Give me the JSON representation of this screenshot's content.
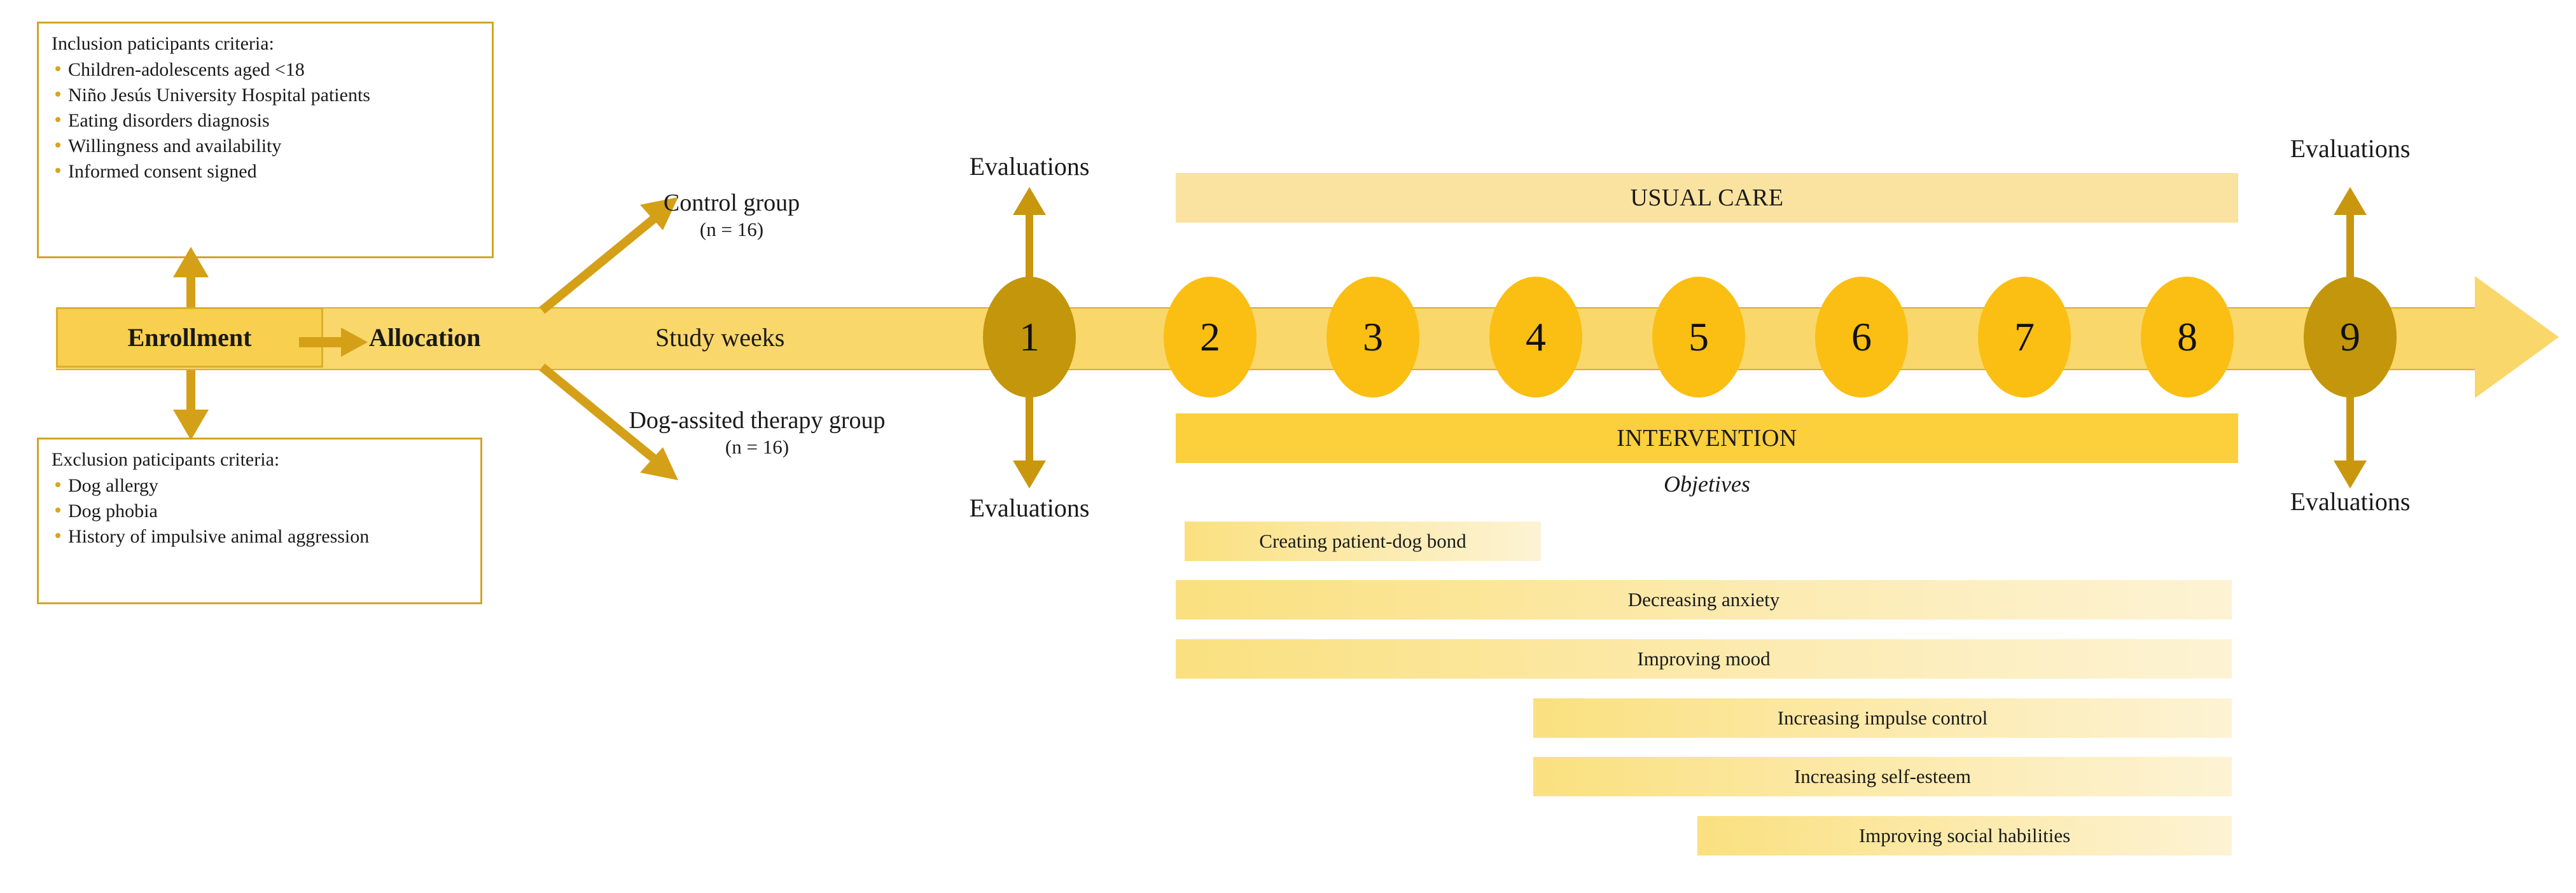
{
  "inclusion": {
    "title": "Inclusion paticipants criteria:",
    "items": [
      "Children-adolescents aged <18",
      "Niño Jesús University Hospital patients",
      "Eating disorders diagnosis",
      "Willingness  and availability",
      "Informed consent signed"
    ]
  },
  "exclusion": {
    "title": "Exclusion paticipants criteria:",
    "items": [
      "Dog allergy",
      "Dog phobia",
      "History of impulsive animal aggression"
    ]
  },
  "timeline": {
    "enrollment_label": "Enrollment",
    "allocation_label": "Allocation",
    "study_weeks_label": "Study  weeks",
    "weeks": [
      "1",
      "2",
      "3",
      "4",
      "5",
      "6",
      "7",
      "8",
      "9"
    ],
    "evaluation_weeks": [
      "1",
      "9"
    ]
  },
  "groups": {
    "control": {
      "name": "Control group",
      "n": "(n = 16)"
    },
    "intervention": {
      "name": "Dog-assited therapy group",
      "n": "(n = 16)"
    }
  },
  "arms": {
    "usual_care": "USUAL CARE",
    "intervention": "INTERVENTION",
    "objectives_heading": "Objetives"
  },
  "objectives": [
    "Creating patient-dog bond",
    "Decreasing anxiety",
    "Improving mood",
    "Increasing impulse control",
    "Increasing self-esteem",
    "Improving social habilities"
  ],
  "evaluations": {
    "week1_top": "Evaluations",
    "week1_bottom": "Evaluations",
    "week9_top": "Evaluations",
    "week9_bottom": "Evaluations"
  },
  "colors": {
    "timeline_bar": "#F9D76A",
    "enrollment_box": "#F8CF4F",
    "week_circle": "#FBBE12",
    "evaluation_circle": "#C3960B",
    "usual_care_bar": "#FAE3A0",
    "intervention_bar": "#FCCF3C",
    "box_border": "#D0A526",
    "arrow": "#D4A017"
  }
}
